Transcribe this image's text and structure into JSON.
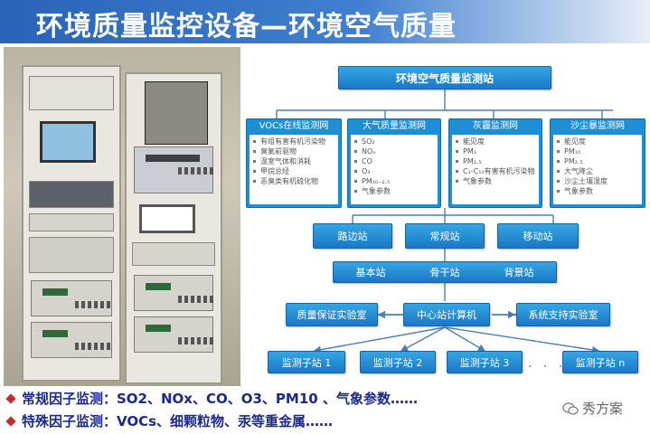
{
  "title": "环境质量监控设备—环境空气质量",
  "diagram": {
    "top": "环境空气质量监测站",
    "networks": [
      {
        "name": "VOCs在线监测网",
        "items": [
          "有组有害有机污染物",
          "臭氧前驱物",
          "温室气体和消耗",
          "甲烷总烃",
          "恶臭类有机硫化物"
        ]
      },
      {
        "name": "大气质量监测网",
        "items": [
          "SO₂",
          "NOₓ",
          "CO",
          "O₃",
          "PM₁₀₋₂.₅",
          "气象参数"
        ]
      },
      {
        "name": "灰霾监测网",
        "items": [
          "能见度",
          "PM₁",
          "PM₂.₅",
          "C₁-C₁₀有害有机污染物",
          "气象参数"
        ]
      },
      {
        "name": "沙尘暴监测网",
        "items": [
          "能见度",
          "PM₁₀",
          "PM₂.₅",
          "大气降尘",
          "沙尘土壤湿度",
          "气象参数"
        ]
      }
    ],
    "station_types": [
      "路边站",
      "常规站",
      "移动站"
    ],
    "station_roles": [
      "基本站",
      "骨干站",
      "背景站"
    ],
    "qa_lab": "质量保证实验室",
    "center": "中心站计算机",
    "support_lab": "系统支持实验室",
    "substations": [
      "监测子站 1",
      "监测子站 2",
      "监测子站 3",
      "监测子站 n"
    ],
    "ellipsis": "· · · ·"
  },
  "factors": {
    "regular": "常规因子监测：SO2、NOx、CO、O3、PM10 、气象参数……",
    "special": "特殊因子监测：VOCs、细颗粒物、汞等重金属……"
  },
  "watermark": "秀方案",
  "colors": {
    "title_bar": "#2a63b7",
    "box": "#1b78c6",
    "factor_text": "#1a2a8a",
    "bullet": "#c22d2d"
  }
}
